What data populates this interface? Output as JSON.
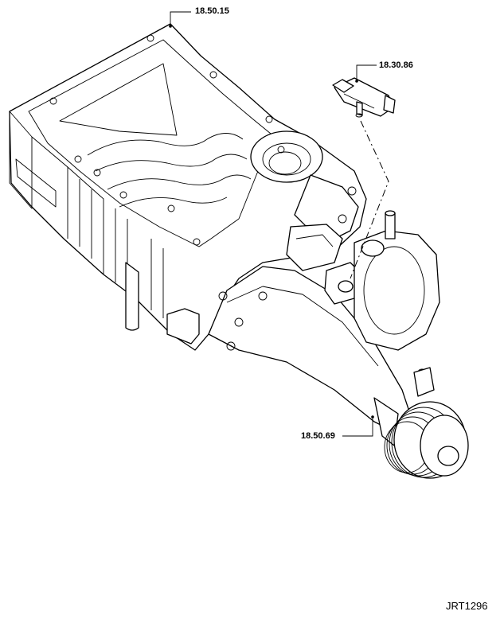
{
  "callouts": {
    "supercharger_housing": "18.50.15",
    "sensor": "18.30.86",
    "drive_shaft": "18.50.69"
  },
  "figure_id": "JRT1296"
}
